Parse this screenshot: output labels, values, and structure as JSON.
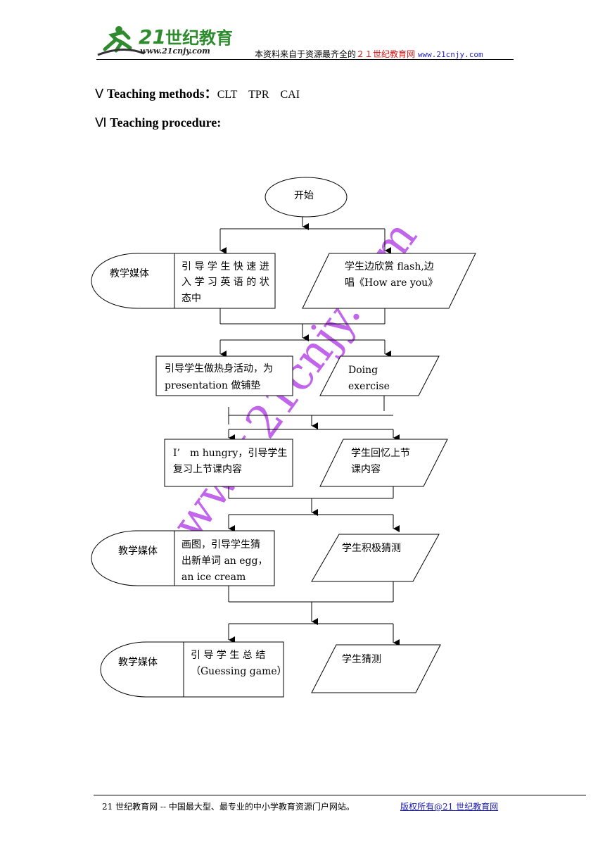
{
  "header": {
    "logo_number": "21",
    "logo_name": "世纪教育",
    "logo_url": "www.21cnjy.com",
    "tagline_prefix": "本资料来自于资源最齐全的",
    "tagline_brand": "２１世纪教育网",
    "tagline_url": "www.21cnjy.com"
  },
  "headings": {
    "methods_numeral": "Ⅴ",
    "methods_label": "Teaching methods：",
    "methods_value": "CLT　TPR　CAI",
    "procedure_numeral": "Ⅵ",
    "procedure_label": "Teaching procedure:"
  },
  "flowchart": {
    "start": "开始",
    "row1": {
      "media": "教学媒体",
      "teacher": [
        "引 导 学 生 快 速 进",
        "入 学 习 英 语 的 状",
        "态中"
      ],
      "student": [
        "学生边欣赏 flash,边",
        "唱《How are you》"
      ]
    },
    "row2": {
      "teacher": [
        "引导学生做热身活动，为",
        "presentation 做铺垫"
      ],
      "student": [
        "Doing",
        "exercise"
      ]
    },
    "row3": {
      "teacher": [
        "I’　m hungry，引导学生",
        "复习上节课内容"
      ],
      "student": [
        "学生回忆上节",
        "课内容"
      ]
    },
    "row4": {
      "media": "教学媒体",
      "teacher": [
        "画图，引导学生猜",
        "出新单词 an egg，",
        "an ice cream"
      ],
      "student": [
        "学生积极猜测"
      ]
    },
    "row5": {
      "media": "教学媒体",
      "teacher": [
        "引 导 学 生 总 结",
        "（Guessing game）"
      ],
      "student": [
        "学生猜测"
      ]
    }
  },
  "watermark": "www.21cnjy.com",
  "footer": {
    "text": "21 世纪教育网 -- 中国最大型、最专业的中小学教育资源门户网站。",
    "copyright": "版权所有@21 世纪教育网"
  },
  "colors": {
    "watermark": "#b23ee6",
    "brand_red": "#dd1111",
    "link_blue": "#2323c8",
    "logo_green": "#2e8b2e"
  }
}
